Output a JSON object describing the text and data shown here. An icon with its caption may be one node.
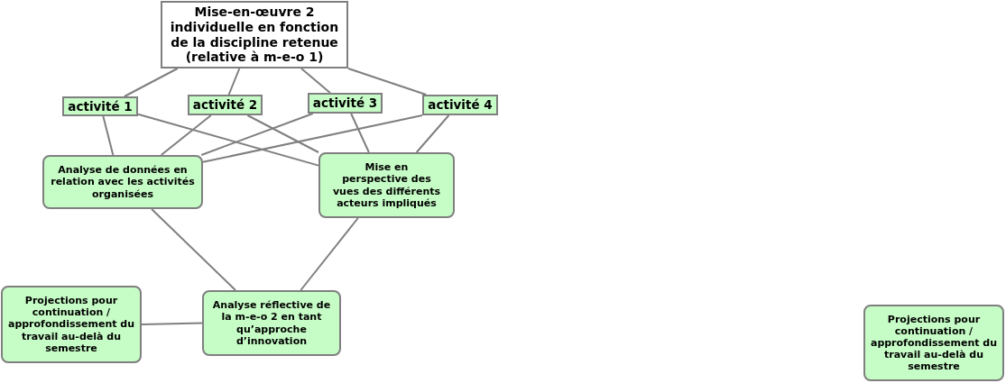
{
  "diagram": {
    "nodes": [
      {
        "text": [
          "Mise-en-œuvre 2 individuelle en fonction de la discipline retenue (relative à m-e-o 1)"
        ]
      },
      {
        "text": [
          "activité 1"
        ]
      },
      {
        "text": [
          "activité 2"
        ]
      },
      {
        "text": [
          "activité 3"
        ]
      },
      {
        "text": [
          "activité 4"
        ]
      },
      {
        "text": [
          "Analyse de données en relation avec les activités organisées"
        ]
      },
      {
        "text": [
          "Mise en perspective des vues des différents acteurs impliqués"
        ]
      },
      {
        "text": [
          "Projections pour continuation / approfondissement du travail au-delà du semestre"
        ]
      },
      {
        "text": [
          "Analyse réflective de la m-e-o 2 en tant qu’approche d’innovation"
        ]
      },
      {
        "text": [
          "Projections pour continuation / approfondissement du travail au-delà du semestre"
        ]
      }
    ],
    "edges": [
      {
        "from": 0,
        "to": 1,
        "arrow": "none"
      },
      {
        "from": 0,
        "to": 2,
        "arrow": "none"
      },
      {
        "from": 0,
        "to": 3,
        "arrow": "none"
      },
      {
        "from": 0,
        "to": 4,
        "arrow": "none"
      },
      {
        "from": 1,
        "to": 5,
        "arrow": "none"
      },
      {
        "from": 1,
        "to": 6,
        "arrow": "none"
      },
      {
        "from": 2,
        "to": 5,
        "arrow": "none"
      },
      {
        "from": 2,
        "to": 6,
        "arrow": "none"
      },
      {
        "from": 3,
        "to": 5,
        "arrow": "none"
      },
      {
        "from": 3,
        "to": 6,
        "arrow": "none"
      },
      {
        "from": 4,
        "to": 5,
        "arrow": "none"
      },
      {
        "from": 4,
        "to": 6,
        "arrow": "none"
      },
      {
        "from": 5,
        "to": 8,
        "arrow": "none"
      },
      {
        "from": 6,
        "to": 8,
        "arrow": "none"
      },
      {
        "from": 7,
        "to": 8,
        "arrow": "none"
      }
    ]
  }
}
